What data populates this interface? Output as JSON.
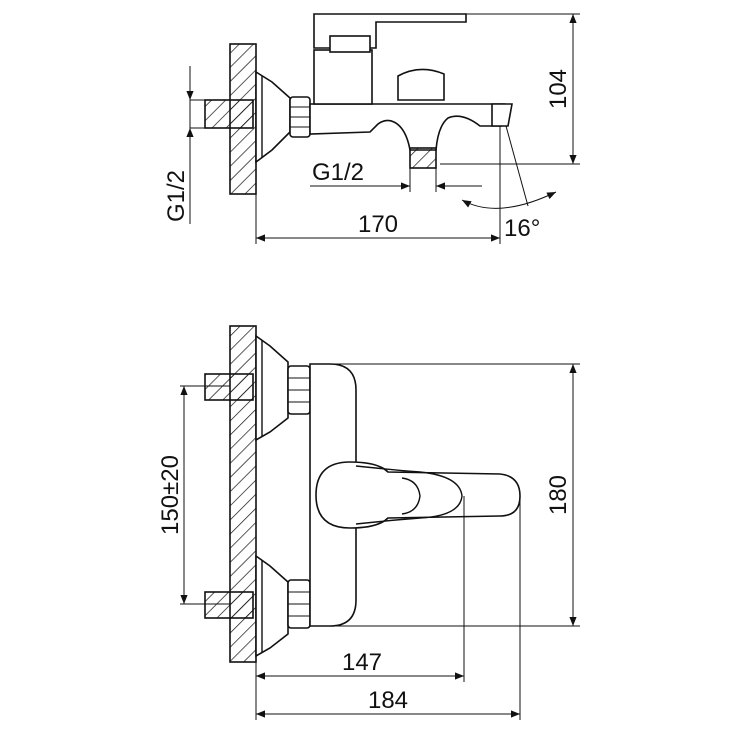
{
  "side_view": {
    "dim_height": "104",
    "dim_outlet_thread": "G1/2",
    "dim_inlet_thread": "G1/2",
    "dim_length": "170",
    "dim_angle": "16°"
  },
  "front_view": {
    "dim_center_distance": "150±20",
    "dim_height": "180",
    "dim_depth_147": "147",
    "dim_depth_184": "184"
  },
  "colors": {
    "line": "#111111",
    "background": "#ffffff"
  }
}
